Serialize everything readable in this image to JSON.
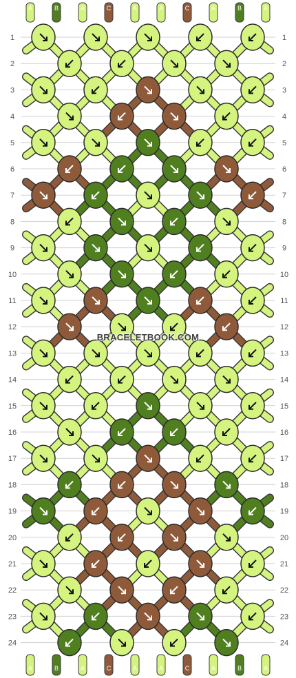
{
  "site": {
    "watermark": "BRACELETBOOK.COM"
  },
  "colors": {
    "A": "#d4f47f",
    "B": "#4f7f1f",
    "C": "#8f5a3a",
    "row_line": "#d0d0d0",
    "label": "#555555"
  },
  "strands_top": [
    "A",
    "B",
    "A",
    "C",
    "A",
    "A",
    "C",
    "A",
    "B",
    "A"
  ],
  "strands_bottom": [
    "A",
    "B",
    "A",
    "C",
    "A",
    "A",
    "C",
    "A",
    "B",
    "A"
  ],
  "knots": [
    [
      "A:R",
      "A:R",
      "A:R",
      "A:L",
      "A:L"
    ],
    [
      "A:L",
      "A:L",
      "A:R",
      "A:R"
    ],
    [
      "A:R",
      "A:L",
      "C:R",
      "A:R",
      "A:L"
    ],
    [
      "A:R",
      "C:L",
      "C:R",
      "A:L"
    ],
    [
      "A:R",
      "A:R",
      "B:R",
      "A:L",
      "A:L"
    ],
    [
      "C:L",
      "B:L",
      "B:R",
      "C:R"
    ],
    [
      "C:R",
      "B:L",
      "A:R",
      "B:R",
      "C:L"
    ],
    [
      "A:L",
      "B:R",
      "B:L",
      "A:R"
    ],
    [
      "A:R",
      "B:R",
      "A:R",
      "B:L",
      "A:L"
    ],
    [
      "A:R",
      "B:R",
      "B:L",
      "A:L"
    ],
    [
      "A:R",
      "C:R",
      "B:R",
      "C:L",
      "A:L"
    ],
    [
      "C:R",
      "A:R",
      "A:L",
      "C:L"
    ],
    [
      "A:R",
      "A:R",
      "A:R",
      "A:L",
      "A:L"
    ],
    [
      "A:L",
      "A:L",
      "A:R",
      "A:R"
    ],
    [
      "A:R",
      "A:L",
      "B:R",
      "A:R",
      "A:L"
    ],
    [
      "A:R",
      "B:L",
      "B:L",
      "A:L"
    ],
    [
      "A:R",
      "A:R",
      "C:R",
      "A:L",
      "A:L"
    ],
    [
      "B:L",
      "C:L",
      "C:R",
      "B:R"
    ],
    [
      "B:R",
      "C:L",
      "A:R",
      "C:R",
      "B:L"
    ],
    [
      "A:L",
      "C:L",
      "C:R",
      "A:R"
    ],
    [
      "A:R",
      "C:L",
      "A:L",
      "C:R",
      "A:L"
    ],
    [
      "A:R",
      "C:R",
      "C:L",
      "A:L"
    ],
    [
      "A:R",
      "B:L",
      "C:R",
      "B:R",
      "A:L"
    ],
    [
      "B:L",
      "A:R",
      "A:L",
      "B:R"
    ]
  ]
}
